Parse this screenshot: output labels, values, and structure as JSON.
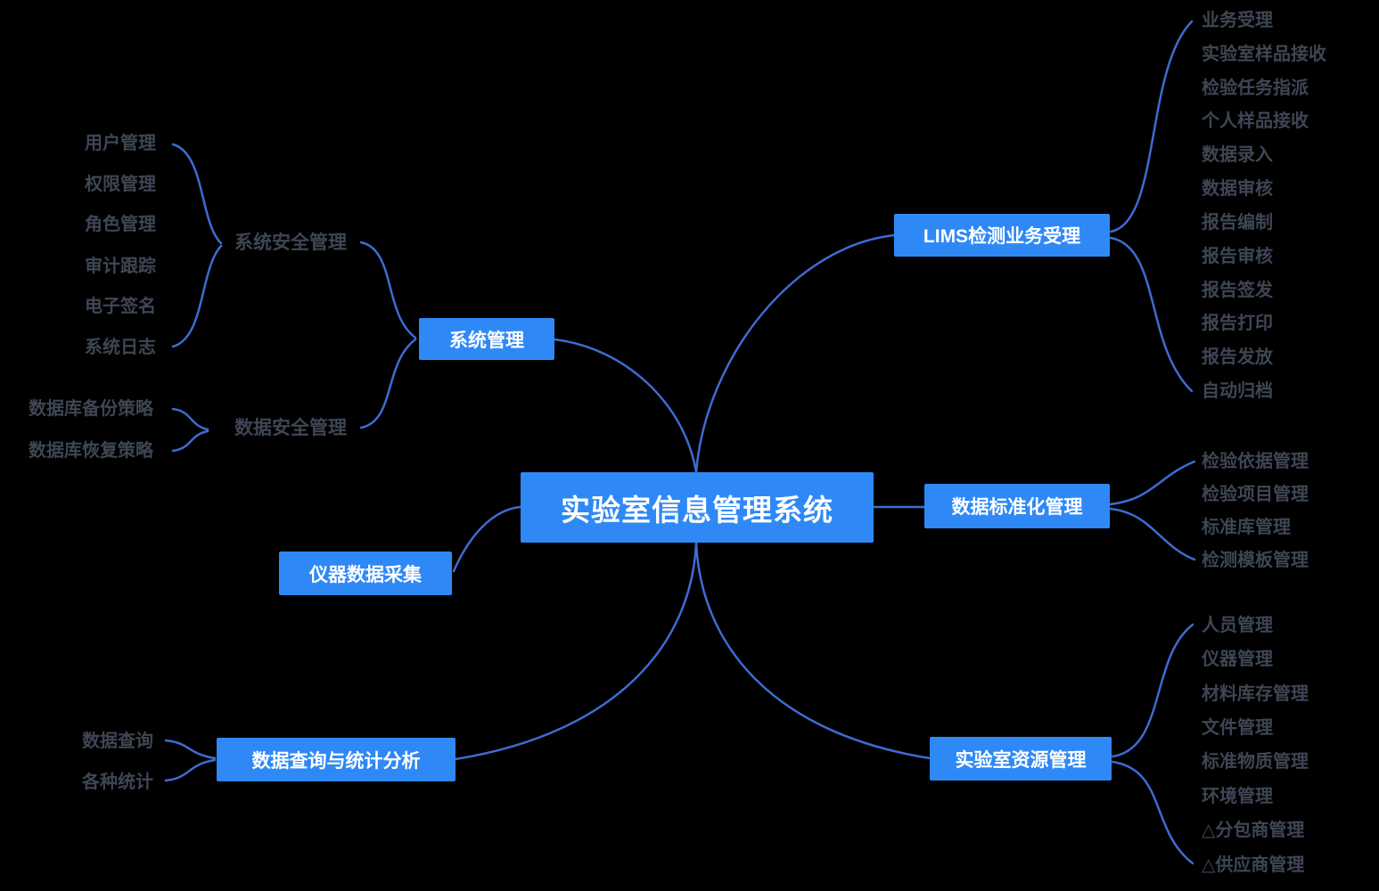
{
  "colors": {
    "background": "#000000",
    "node_fill": "#2E89F6",
    "node_text": "#FFFFFF",
    "leaf_text": "#3E4654",
    "line": "#3D6CD1"
  },
  "root": {
    "label": "实验室信息管理系统"
  },
  "system": {
    "label": "系统管理",
    "security": {
      "label": "系统安全管理",
      "items": [
        "用户管理",
        "权限管理",
        "角色管理",
        "审计跟踪",
        "电子签名",
        "系统日志"
      ]
    },
    "data_security": {
      "label": "数据安全管理",
      "items": [
        "数据库备份策略",
        "数据库恢复策略"
      ]
    }
  },
  "lims": {
    "label": "LIMS检测业务受理",
    "items": [
      "业务受理",
      "实验室样品接收",
      "检验任务指派",
      "个人样品接收",
      "数据录入",
      "数据审核",
      "报告编制",
      "报告审核",
      "报告签发",
      "报告打印",
      "报告发放",
      "自动归档"
    ]
  },
  "standardization": {
    "label": "数据标准化管理",
    "items": [
      "检验依据管理",
      "检验项目管理",
      "标准库管理",
      "检测模板管理"
    ]
  },
  "resource": {
    "label": "实验室资源管理",
    "items": [
      "人员管理",
      "仪器管理",
      "材料库存管理",
      "文件管理",
      "标准物质管理",
      "环境管理",
      "△分包商管理",
      "△供应商管理"
    ]
  },
  "query": {
    "label": "数据查询与统计分析",
    "items": [
      "数据查询",
      "各种统计"
    ]
  },
  "instrument": {
    "label": "仪器数据采集"
  }
}
